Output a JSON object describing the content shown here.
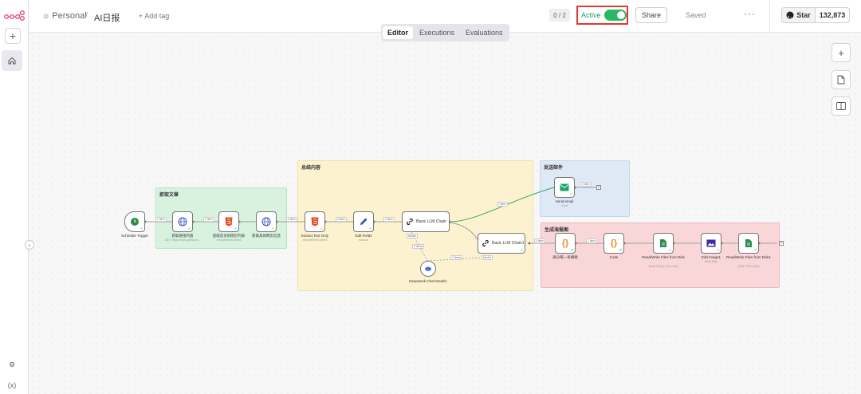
{
  "header": {
    "workspace": "Personal",
    "workflow_name": "AI日报",
    "add_tag": "+ Add tag",
    "counter": "0 / 2",
    "active_label": "Active",
    "share_label": "Share",
    "saved_label": "Saved",
    "more": "···",
    "github_star": "Star",
    "github_count": "132,873"
  },
  "tabs": [
    "Editor",
    "Executions",
    "Evaluations"
  ],
  "rail": {
    "bottom_icon_1": "⚙",
    "bottom_icon_2": "(x)"
  },
  "colors": {
    "active_green": "#29b865",
    "highlight_red": "#e53935",
    "sticky_green": "#d7f2df",
    "sticky_yellow": "#fcf2cf",
    "sticky_blue": "#dfe9f6",
    "sticky_red": "#f9d6d8"
  },
  "stickies": {
    "fetch": "抓取文章",
    "summary": "总结内容",
    "email": "发送邮件",
    "poster": "生成海报图"
  },
  "nodes": {
    "schedule": {
      "label": "Schedule Trigger"
    },
    "get_content": {
      "label": "获取链接内容",
      "sub": "GET: https://www.qbitai.co..."
    },
    "extract_list": {
      "label": "提取首页的网页列表",
      "sub": "extractHtmlContent"
    },
    "get_detail": {
      "label": "获取具体网页信息",
      "sub": ""
    },
    "extract_text": {
      "label": "Extract Text Only",
      "sub": "extractHtmlContent"
    },
    "edit_fields": {
      "label": "Edit Fields",
      "sub": "manual"
    },
    "llm_chain": {
      "label": "Basic LLM Chain"
    },
    "llm_chain1": {
      "label": "Basic LLM Chain1"
    },
    "deepseek": {
      "label": "DeepSeek Chat Model1"
    },
    "send_email": {
      "label": "Send email",
      "sub": "send"
    },
    "code1": {
      "label": "再分每一条摘要",
      "sub": ""
    },
    "code2": {
      "label": "Code",
      "sub": ""
    },
    "rw1": {
      "label": "Read/Write Files from Disk",
      "sub": "Read File(s) From Disk"
    },
    "edit_image": {
      "label": "Edit Image1",
      "sub": "Multi Step"
    },
    "rw2": {
      "label": "Read/Write Files from Disk1",
      "sub": "Write File to Disk"
    }
  },
  "edge_labels": {
    "item": "1 item",
    "model": "Model",
    "items": "2 items"
  }
}
